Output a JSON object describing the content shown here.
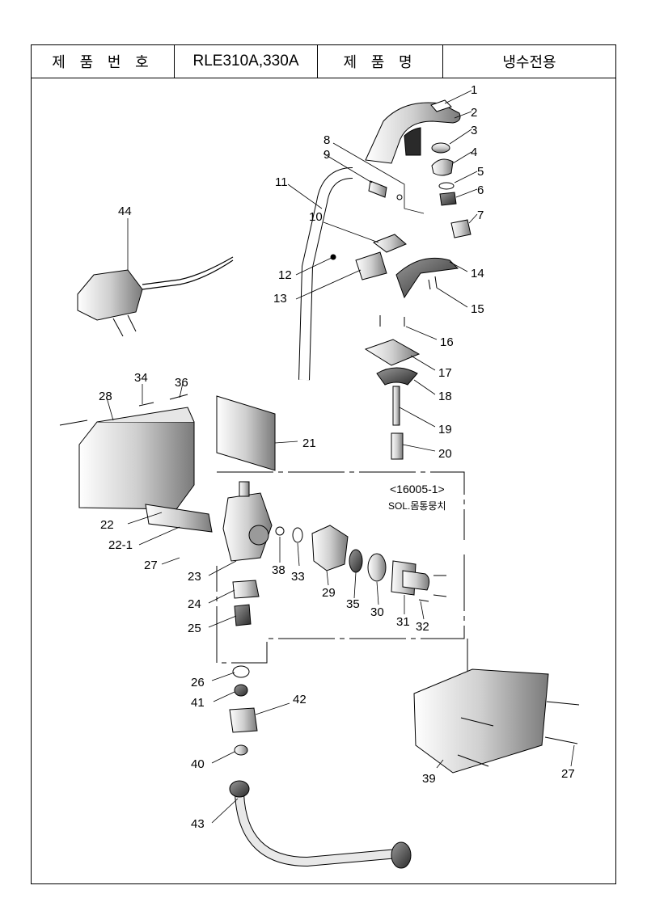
{
  "header": {
    "product_no_label": "제 품 번 호",
    "product_no_value": "RLE310A,330A",
    "product_name_label": "제 품 명",
    "product_name_value": "냉수전용"
  },
  "assembly_note": {
    "code": "<16005-1>",
    "name": "SOL.몸통뭉치"
  },
  "callouts": [
    "1",
    "2",
    "3",
    "4",
    "5",
    "6",
    "7",
    "8",
    "9",
    "10",
    "11",
    "12",
    "13",
    "14",
    "15",
    "16",
    "17",
    "18",
    "19",
    "20",
    "21",
    "22",
    "22-1",
    "23",
    "24",
    "25",
    "26",
    "27",
    "28",
    "29",
    "30",
    "31",
    "32",
    "33",
    "34",
    "35",
    "36",
    "38",
    "39",
    "40",
    "41",
    "42",
    "43",
    "44",
    "27"
  ]
}
